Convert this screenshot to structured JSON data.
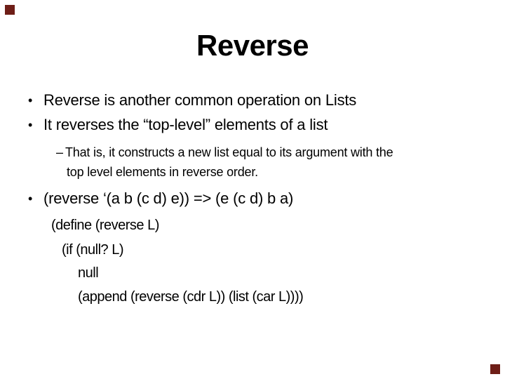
{
  "slide": {
    "title": "Reverse",
    "bullet_marker": "•",
    "dash_marker": "–",
    "bullets": [
      {
        "text": "Reverse is another common operation on Lists"
      },
      {
        "text": "It reverses the “top-level” elements of a list"
      },
      {
        "text": "(reverse ‘(a b (c d) e)) => (e (c d) b a)"
      }
    ],
    "sub_bullet": {
      "lines": [
        "That is, it constructs a new list equal to its argument with the",
        "top level elements in reverse order."
      ]
    },
    "code_lines": [
      "(define (reverse L)",
      "(if (null? L)",
      "null",
      "(append (reverse (cdr L)) (list (car L))))"
    ],
    "colors": {
      "background": "#ffffff",
      "text": "#000000",
      "corner_accent": "#6e1e17"
    }
  }
}
